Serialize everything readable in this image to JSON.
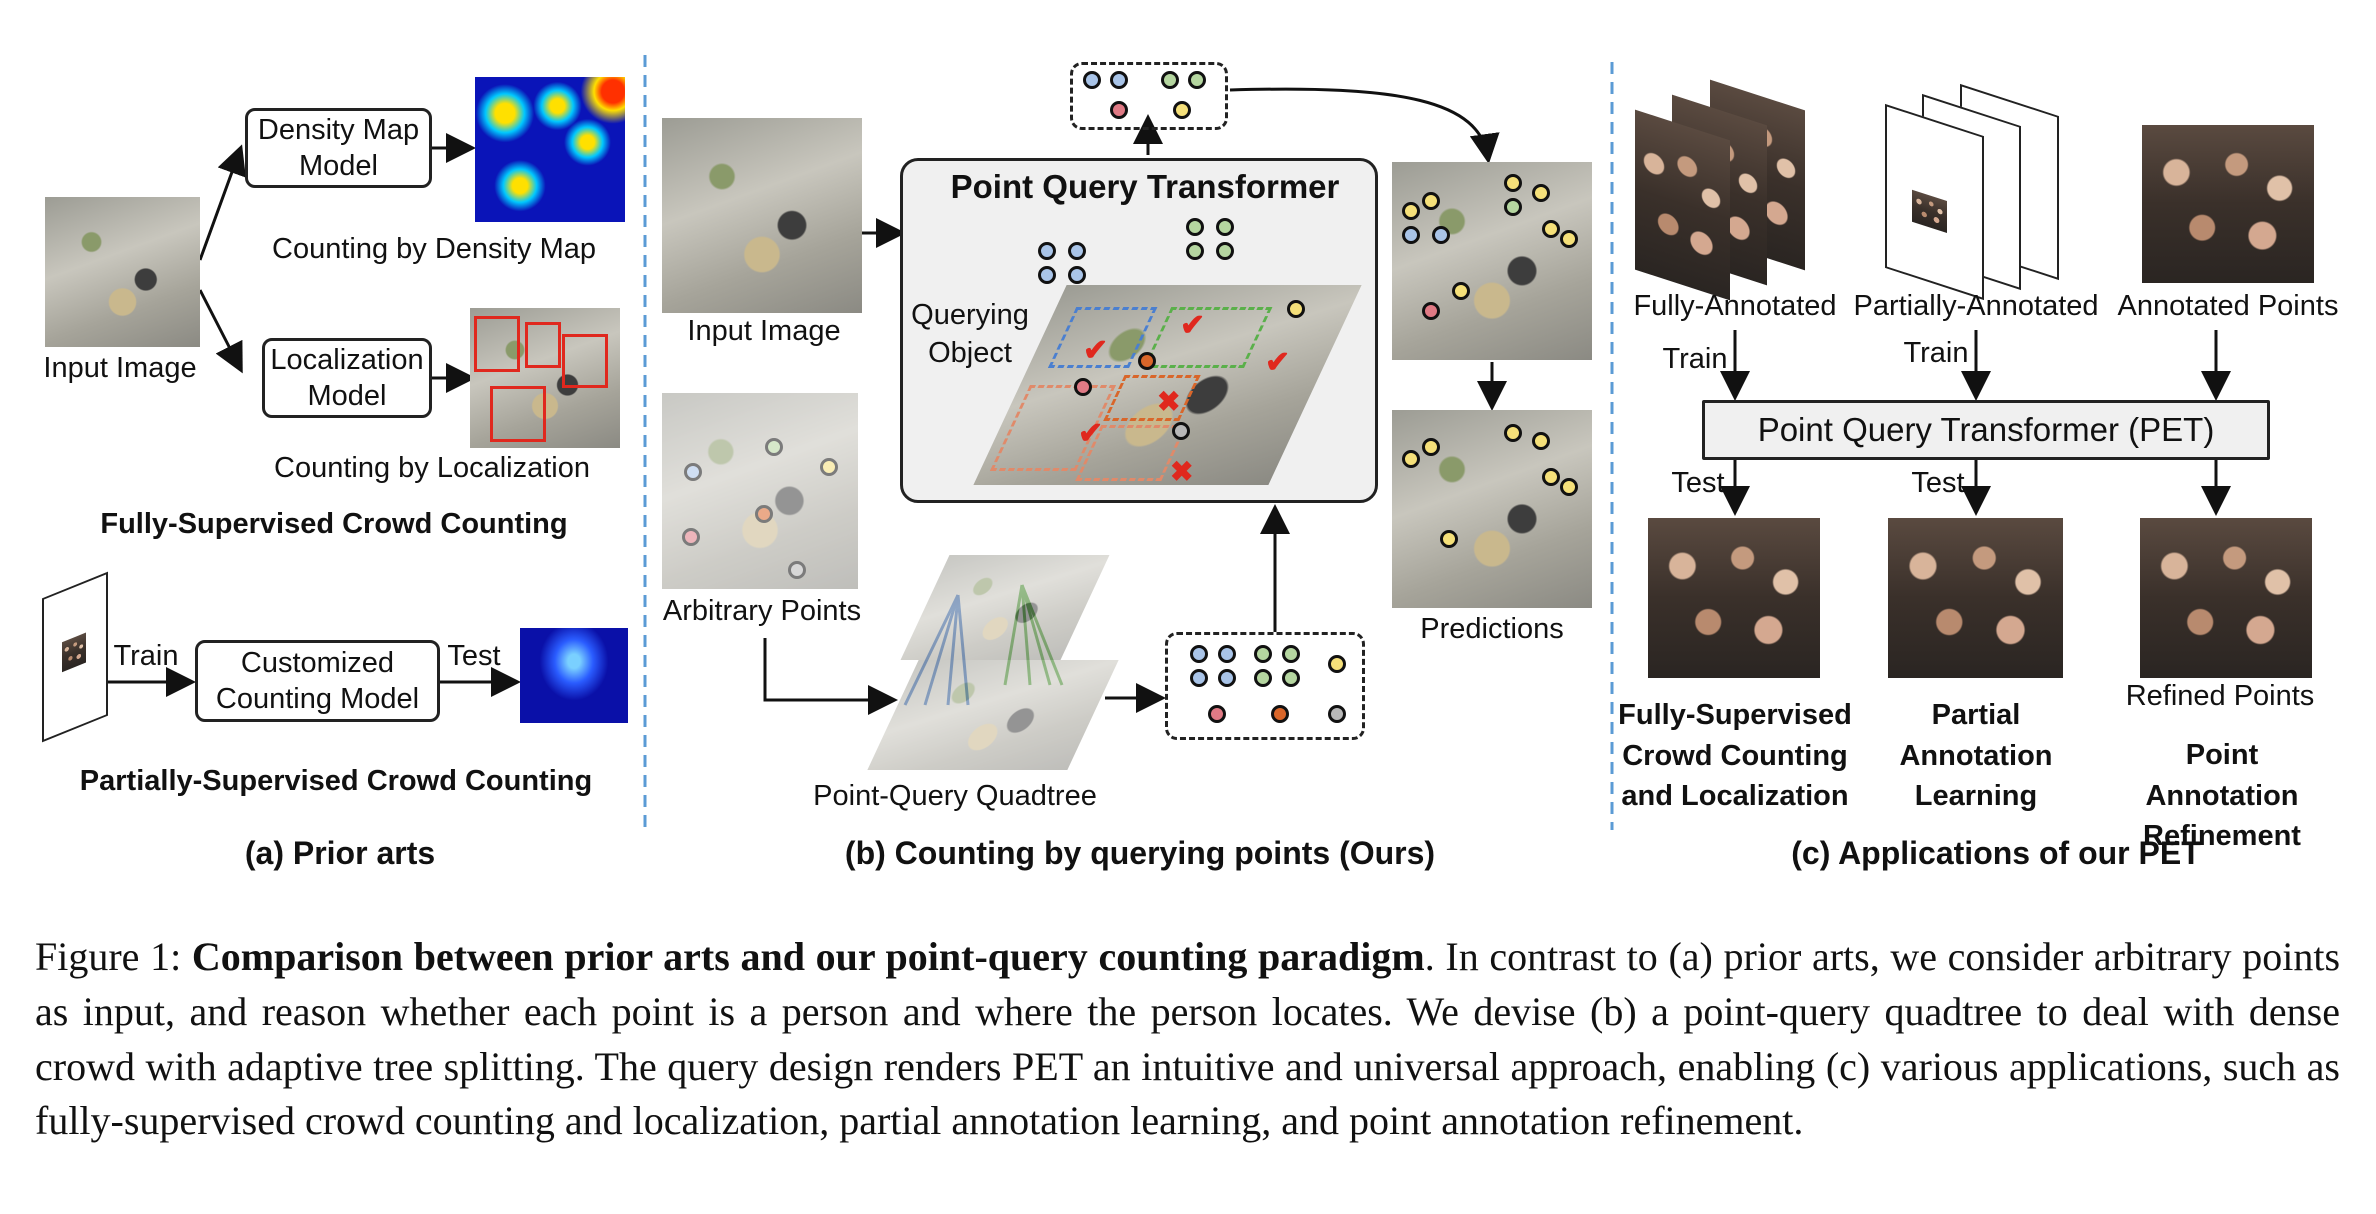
{
  "panel_a": {
    "input_image": "Input Image",
    "density_model": "Density Map\nModel",
    "density_caption": "Counting by Density Map",
    "localization_model": "Localization\nModel",
    "localization_caption": "Counting by Localization",
    "fully_title": "Fully-Supervised Crowd Counting",
    "train": "Train",
    "test": "Test",
    "custom_model": "Customized\nCounting Model",
    "partial_title": "Partially-Supervised Crowd Counting",
    "section": "(a) Prior arts"
  },
  "panel_b": {
    "input_image": "Input Image",
    "transformer_title": "Point Query Transformer",
    "querying_object": "Querying\nObject",
    "arbitrary_points": "Arbitrary Points",
    "quadtree": "Point-Query Quadtree",
    "predictions": "Predictions",
    "section": "(b) Counting by querying points (Ours)"
  },
  "panel_c": {
    "fully_annotated": "Fully-Annotated",
    "partially_annotated": "Partially-Annotated",
    "annotated_points": "Annotated Points",
    "train1": "Train",
    "train2": "Train",
    "pet": "Point Query Transformer (PET)",
    "test1": "Test",
    "test2": "Test",
    "refined_points": "Refined Points",
    "app1": "Fully-Supervised\nCrowd Counting\nand Localization",
    "app2": "Partial\nAnnotation\nLearning",
    "app3": "Point Annotation\nRefinement",
    "section": "(c) Applications of our PET"
  },
  "caption": {
    "prefix": "Figure 1:",
    "bold": "Comparison between prior arts and our point-query counting paradigm",
    "rest": ". In contrast to (a) prior arts, we consider arbitrary points as input, and reason whether each point is a person and where the person locates. We devise (b) a point-query quadtree to deal with dense crowd with adaptive tree splitting. The query design renders PET an intuitive and universal approach, enabling (c) various applications, such as fully-supervised crowd counting and localization, partial annotation learning, and point annotation refinement."
  },
  "colors": {
    "divider": "#5b9bd5",
    "point_blue": "#a9c4e8",
    "point_green": "#b5d6a0",
    "point_pink": "#e07a85",
    "point_yellow": "#f5e07a",
    "point_orange": "#d9662a",
    "point_gray": "#b8b8b8",
    "cross_red": "#e0281e"
  }
}
